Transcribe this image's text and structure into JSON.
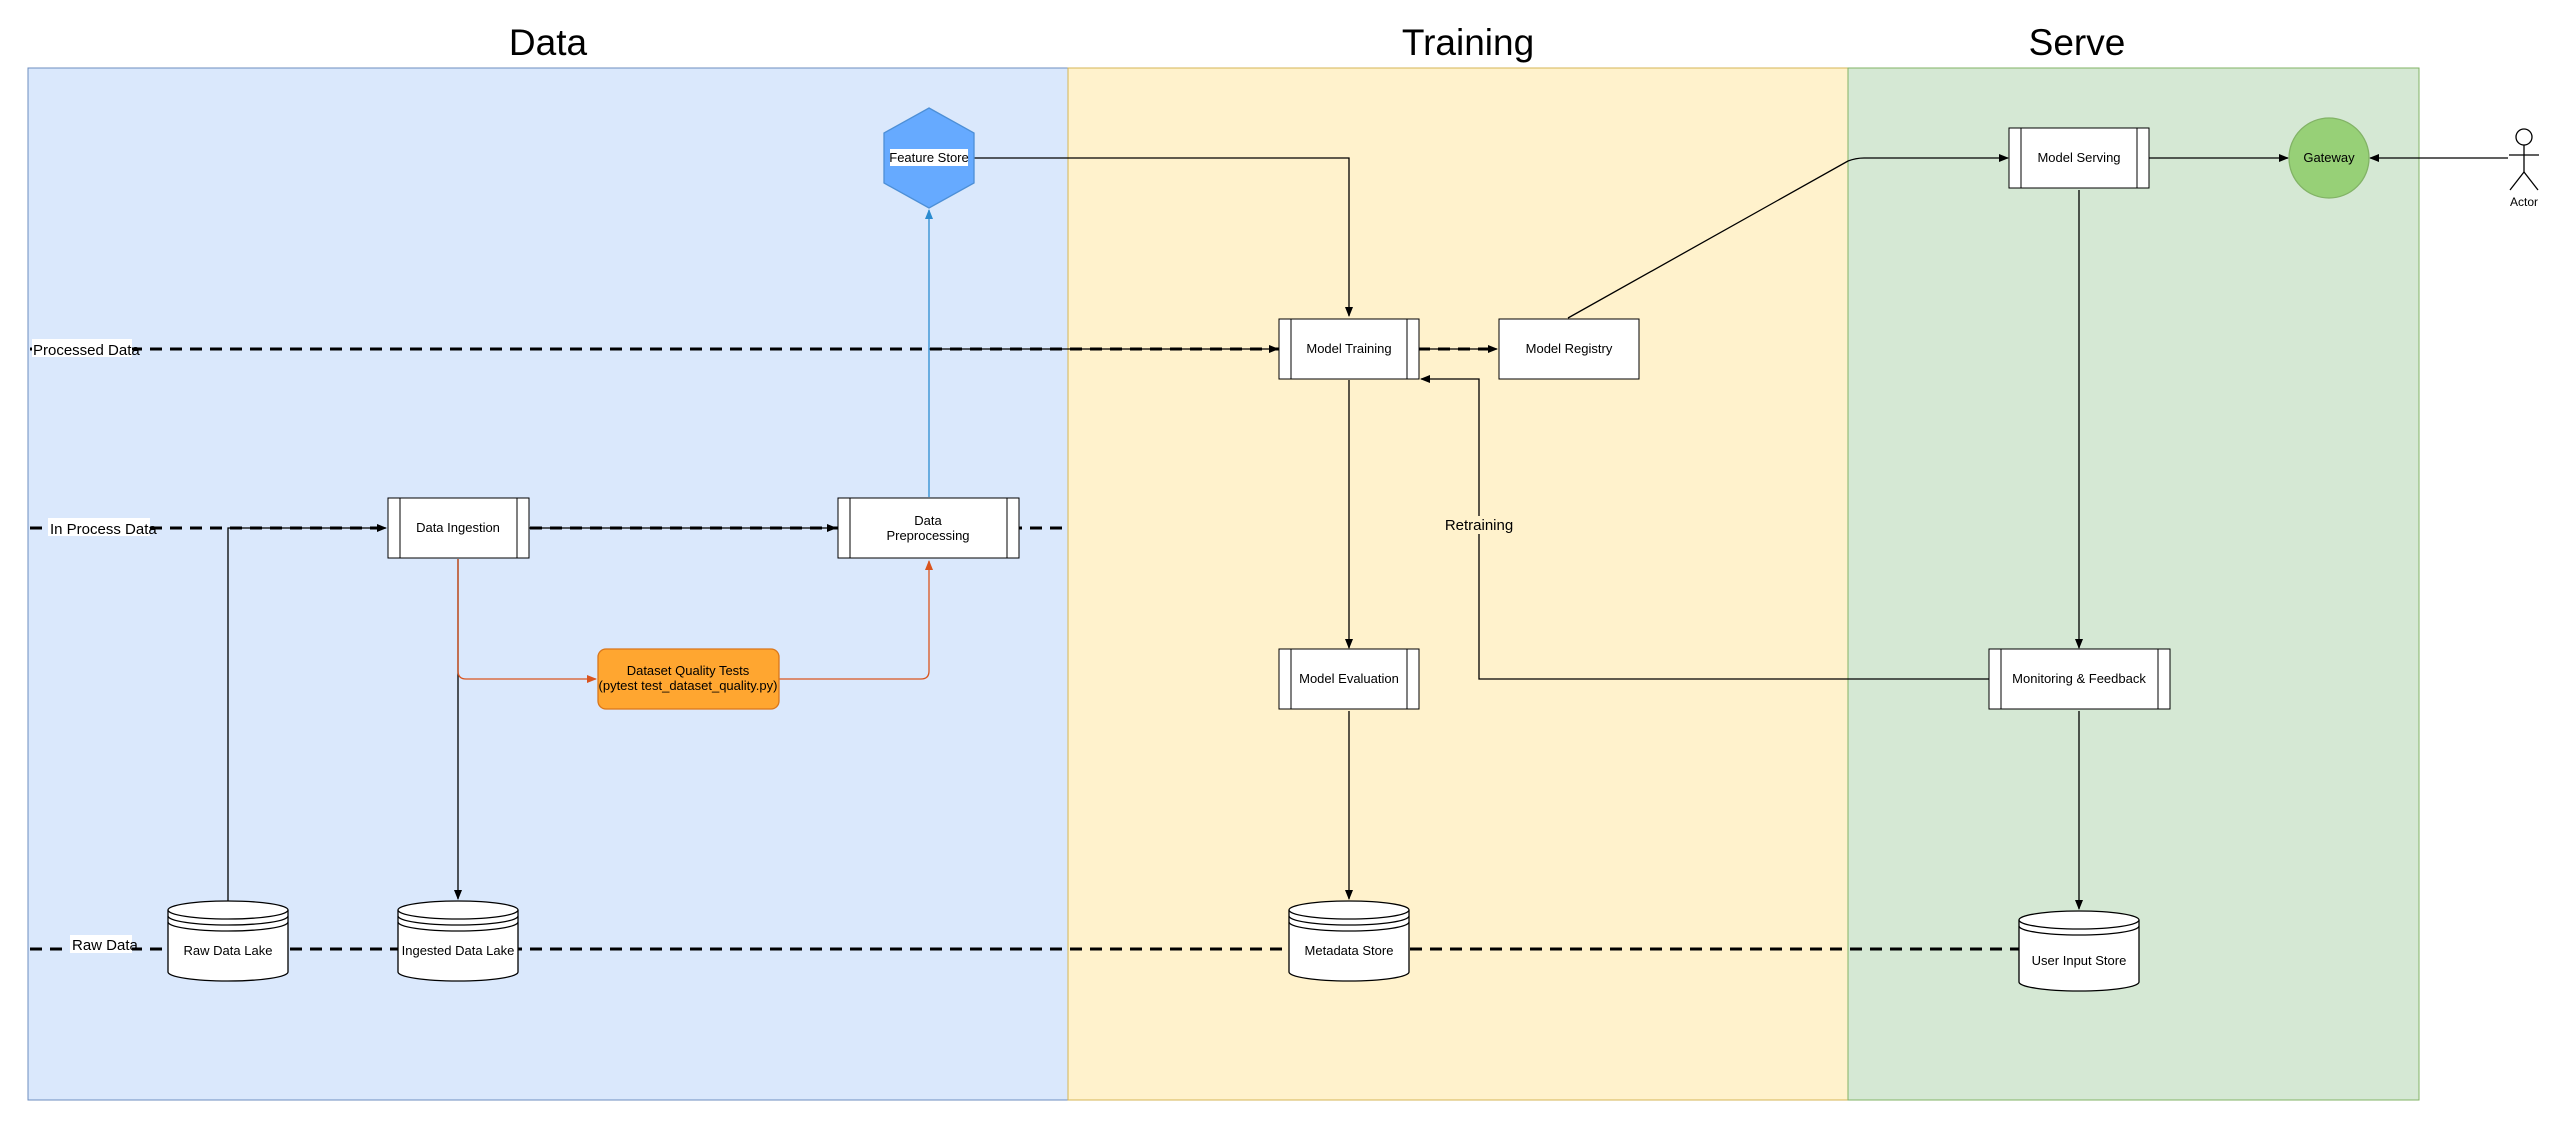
{
  "lanes": {
    "data": {
      "title": "Data",
      "fill": "#dae8fc",
      "stroke": "#6c8ebf"
    },
    "training": {
      "title": "Training",
      "fill": "#fff2cc",
      "stroke": "#d6b656"
    },
    "serve": {
      "title": "Serve",
      "fill": "#d5e8d4",
      "stroke": "#82b366"
    }
  },
  "bands": {
    "processed": "Processed Data",
    "in_process": "In Process Data",
    "raw": "Raw Data"
  },
  "nodes": {
    "feature_store": {
      "label": "Feature Store",
      "fill": "#66aaff",
      "stroke": "#4d8fd6"
    },
    "data_ingestion": {
      "label": "Data Ingestion"
    },
    "data_preprocessing": {
      "line1": "Data",
      "line2": "Preprocessing"
    },
    "dataset_quality": {
      "line1": "Dataset Quality Tests",
      "line2": "(pytest test_dataset_quality.py)",
      "fill": "#ffa630",
      "stroke": "#d9761a"
    },
    "raw_data_lake": {
      "label": "Raw Data Lake"
    },
    "ingested_data_lake": {
      "label": "Ingested Data Lake"
    },
    "model_training": {
      "label": "Model Training"
    },
    "model_registry": {
      "label": "Model Registry"
    },
    "model_evaluation": {
      "label": "Model Evaluation"
    },
    "metadata_store": {
      "label": "Metadata Store"
    },
    "model_serving": {
      "label": "Model Serving"
    },
    "gateway": {
      "label": "Gateway",
      "fill": "#97d077",
      "stroke": "#82b366"
    },
    "actor": {
      "label": "Actor"
    },
    "monitoring": {
      "label": "Monitoring & Feedback"
    },
    "user_input_store": {
      "label": "User Input Store"
    }
  },
  "edges": {
    "retraining": "Retraining"
  },
  "colors": {
    "feature_store_edge": "#2a8bd0",
    "quality_edge": "#d9541e",
    "line": "#000000"
  }
}
